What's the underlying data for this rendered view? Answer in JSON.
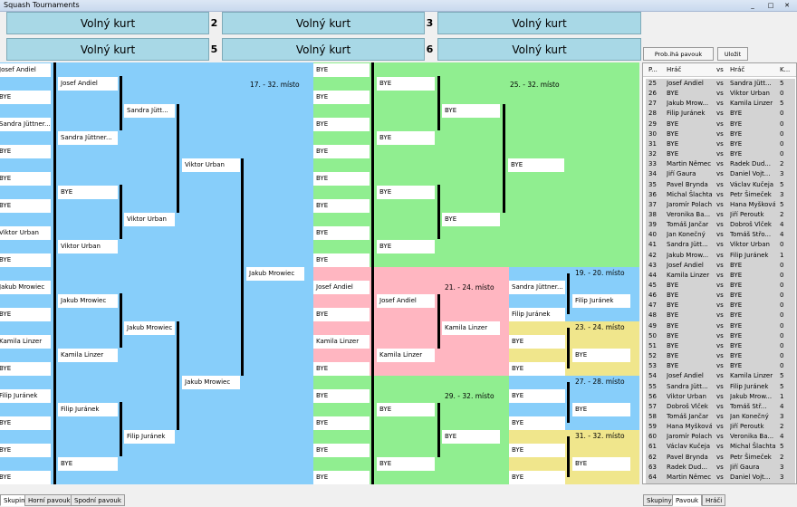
{
  "window": {
    "title": "Squash Tournaments",
    "controls": [
      "_",
      "□",
      "✕"
    ]
  },
  "courts": [
    {
      "label": "Volný kurt"
    },
    {
      "number": "2",
      "label": "Volný kurt"
    },
    {
      "number": "3",
      "label": "Volný kurt"
    },
    {
      "label": "Volný kurt"
    },
    {
      "number": "5",
      "label": "Volný kurt"
    },
    {
      "number": "6",
      "label": "Volný kurt"
    }
  ],
  "toolbar": {
    "other_bracket": "Prob.ihá pavouk",
    "save": "Uložit"
  },
  "bracket": {
    "r1": [
      "Josef Andiel",
      "BYE",
      "Sandra Jüttner...",
      "BYE",
      "BYE",
      "BYE",
      "Viktor Urban",
      "BYE",
      "Jakub Mrowiec",
      "BYE",
      "Kamila Linzer",
      "BYE",
      "Filip Juránek",
      "BYE",
      "BYE",
      "BYE"
    ],
    "r2": [
      "Josef Andiel",
      "Sandra Jüttner...",
      "BYE",
      "Viktor Urban",
      "Jakub Mrowiec",
      "Kamila Linzer",
      "Filip Juránek",
      "BYE"
    ],
    "r3": [
      "Sandra Jütt...",
      "Viktor Urban",
      "Jakub Mrowiec",
      "Filip Juránek"
    ],
    "r4": [
      "Viktor Urban",
      "Jakub Mrowiec"
    ],
    "r5": [
      "Jakub Mrowiec"
    ],
    "place_17_32": "17. - 32. místo",
    "g25_r1": [
      "BYE",
      "BYE",
      "BYE",
      "BYE",
      "BYE",
      "BYE",
      "BYE",
      "BYE"
    ],
    "g25_r2": [
      "BYE",
      "BYE",
      "BYE",
      "BYE"
    ],
    "g25_r3": [
      "BYE",
      "BYE"
    ],
    "g25_r4": [
      "BYE"
    ],
    "place_25_32": "25. - 32. místo",
    "g21_r1": [
      "Josef Andiel",
      "BYE",
      "Kamila Linzer",
      "BYE"
    ],
    "g21_r2": [
      "Josef Andiel",
      "Kamila Linzer"
    ],
    "g21_r3": [
      "Kamila Linzer"
    ],
    "place_21_24": "21. - 24. místo",
    "g19_r1": [
      "Sandra Jüttner...",
      "Filip Juránek"
    ],
    "g19_r2": [
      "Filip Juránek"
    ],
    "place_19_20": "19. - 20. místo",
    "g23_r1": [
      "BYE",
      "BYE"
    ],
    "g23_r2": [
      "BYE"
    ],
    "place_23_24": "23. - 24. místo",
    "g29_r1": [
      "BYE",
      "BYE",
      "BYE",
      "BYE"
    ],
    "g29_r2": [
      "BYE",
      "BYE"
    ],
    "g29_r3": [
      "BYE"
    ],
    "place_29_32": "29. - 32. místo",
    "g27_r1": [
      "BYE",
      "BYE"
    ],
    "g27_r2": [
      "BYE"
    ],
    "place_27_28": "27. - 28. místo",
    "g31_r1": [
      "BYE",
      "BYE"
    ],
    "g31_r2": [
      "BYE"
    ],
    "place_31_32": "31. - 32. místo"
  },
  "matches": {
    "headers": [
      "P...",
      "Hráč",
      "vs",
      "Hráč",
      "K..."
    ],
    "rows": [
      [
        "25",
        "Josef Andiel",
        "vs",
        "Sandra Jütt...",
        "5"
      ],
      [
        "26",
        "BYE",
        "vs",
        "Viktor Urban",
        "0"
      ],
      [
        "27",
        "Jakub Mrow...",
        "vs",
        "Kamila Linzer",
        "5"
      ],
      [
        "28",
        "Filip Juránek",
        "vs",
        "BYE",
        "0"
      ],
      [
        "29",
        "BYE",
        "vs",
        "BYE",
        "0"
      ],
      [
        "30",
        "BYE",
        "vs",
        "BYE",
        "0"
      ],
      [
        "31",
        "BYE",
        "vs",
        "BYE",
        "0"
      ],
      [
        "32",
        "BYE",
        "vs",
        "BYE",
        "0"
      ],
      [
        "33",
        "Martin Němec",
        "vs",
        "Radek Dud...",
        "2"
      ],
      [
        "34",
        "Jiří Gaura",
        "vs",
        "Daniel Vojt...",
        "3"
      ],
      [
        "35",
        "Pavel Brynda",
        "vs",
        "Václav Kučeja",
        "5"
      ],
      [
        "36",
        "Michal Šlachta",
        "vs",
        "Petr Šimeček",
        "3"
      ],
      [
        "37",
        "Jaromír Polach",
        "vs",
        "Hana Myšková",
        "5"
      ],
      [
        "38",
        "Veronika Ba...",
        "vs",
        "Jiří Peroutk",
        "2"
      ],
      [
        "39",
        "Tomáš Jančar",
        "vs",
        "Dobroš Vlček",
        "4"
      ],
      [
        "40",
        "Jan Konečný",
        "vs",
        "Tomáš Střo...",
        "4"
      ],
      [
        "41",
        "Sandra Jütt...",
        "vs",
        "Viktor Urban",
        "0"
      ],
      [
        "42",
        "Jakub Mrow...",
        "vs",
        "Filip Juránek",
        "1"
      ],
      [
        "43",
        "Josef Andiel",
        "vs",
        "BYE",
        "0"
      ],
      [
        "44",
        "Kamila Linzer",
        "vs",
        "BYE",
        "0"
      ],
      [
        "45",
        "BYE",
        "vs",
        "BYE",
        "0"
      ],
      [
        "46",
        "BYE",
        "vs",
        "BYE",
        "0"
      ],
      [
        "47",
        "BYE",
        "vs",
        "BYE",
        "0"
      ],
      [
        "48",
        "BYE",
        "vs",
        "BYE",
        "0"
      ],
      [
        "49",
        "BYE",
        "vs",
        "BYE",
        "0"
      ],
      [
        "50",
        "BYE",
        "vs",
        "BYE",
        "0"
      ],
      [
        "51",
        "BYE",
        "vs",
        "BYE",
        "0"
      ],
      [
        "52",
        "BYE",
        "vs",
        "BYE",
        "0"
      ],
      [
        "53",
        "BYE",
        "vs",
        "BYE",
        "0"
      ],
      [
        "54",
        "Josef Andiel",
        "vs",
        "Kamila Linzer",
        "5"
      ],
      [
        "55",
        "Sandra Jütt...",
        "vs",
        "Filip Juránek",
        "5"
      ],
      [
        "56",
        "Viktor Urban",
        "vs",
        "Jakub Mrow...",
        "1"
      ],
      [
        "57",
        "Dobroš Vlček",
        "vs",
        "Tomáš Stř...",
        "4"
      ],
      [
        "58",
        "Tomáš Jančar",
        "vs",
        "Jan Konečný",
        "3"
      ],
      [
        "59",
        "Hana Myšková",
        "vs",
        "Jiří Peroutk",
        "2"
      ],
      [
        "60",
        "Jaromír Polach",
        "vs",
        "Veronika Ba...",
        "4"
      ],
      [
        "61",
        "Václav Kučeja",
        "vs",
        "Michal Šlachta",
        "5"
      ],
      [
        "62",
        "Pavel Brynda",
        "vs",
        "Petr Šimeček",
        "2"
      ],
      [
        "63",
        "Radek Dud...",
        "vs",
        "Jiří Gaura",
        "3"
      ],
      [
        "64",
        "Martin Němec",
        "vs",
        "Daniel Vojt...",
        "3"
      ]
    ]
  },
  "tabs_bottom": [
    "Skupiny",
    "Horní pavouk",
    "Spodní pavouk"
  ],
  "tabs_right": [
    "Skupiny",
    "Pavouk",
    "Hráči"
  ],
  "colors": {
    "blue": "#87cefa",
    "green": "#90ee90",
    "pink": "#ffb6c1",
    "yellow": "#f0e68c",
    "court": "#a8d8e6"
  }
}
